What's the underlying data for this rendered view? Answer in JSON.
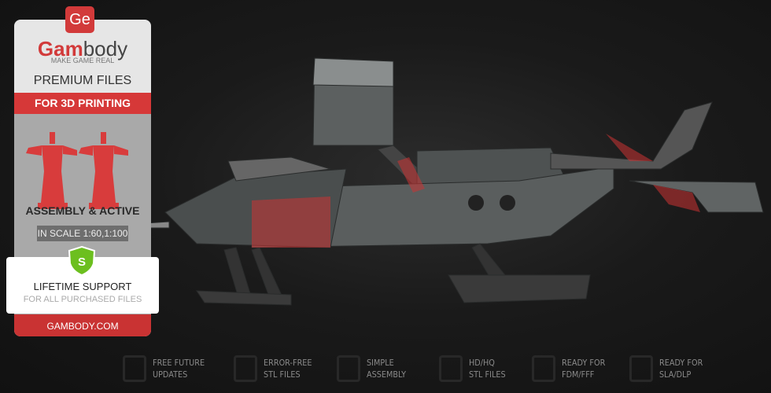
{
  "logo": {
    "badge": "Ge",
    "brand_red": "Gam",
    "brand_rest": "body",
    "tagline": "MAKE GAME REAL"
  },
  "card": {
    "premium": "PREMIUM FILES",
    "band": "FOR 3D PRINTING",
    "assembly": "ASSEMBLY & ACTIVE",
    "scale": "IN SCALE 1:60,1:100",
    "shield_letter": "S",
    "support_title": "LIFETIME SUPPORT",
    "support_sub": "FOR ALL PURCHASED FILES",
    "footer": "GAMBODY.COM"
  },
  "features": [
    {
      "icon": "refresh-icon",
      "label": "FREE FUTURE\nUPDATES"
    },
    {
      "icon": "file-check-icon",
      "label": "ERROR-FREE\nSTL FILES"
    },
    {
      "icon": "puzzle-icon",
      "label": "SIMPLE\nASSEMBLY"
    },
    {
      "icon": "mouse-icon",
      "label": "HD/HQ\nSTL FILES"
    },
    {
      "icon": "fdm-printer-icon",
      "label": "READY FOR\nFDM/FFF"
    },
    {
      "icon": "sla-printer-icon",
      "label": "READY FOR\nSLA/DLP"
    }
  ],
  "colors": {
    "accent": "#d63838",
    "shield": "#6cbf1f"
  }
}
